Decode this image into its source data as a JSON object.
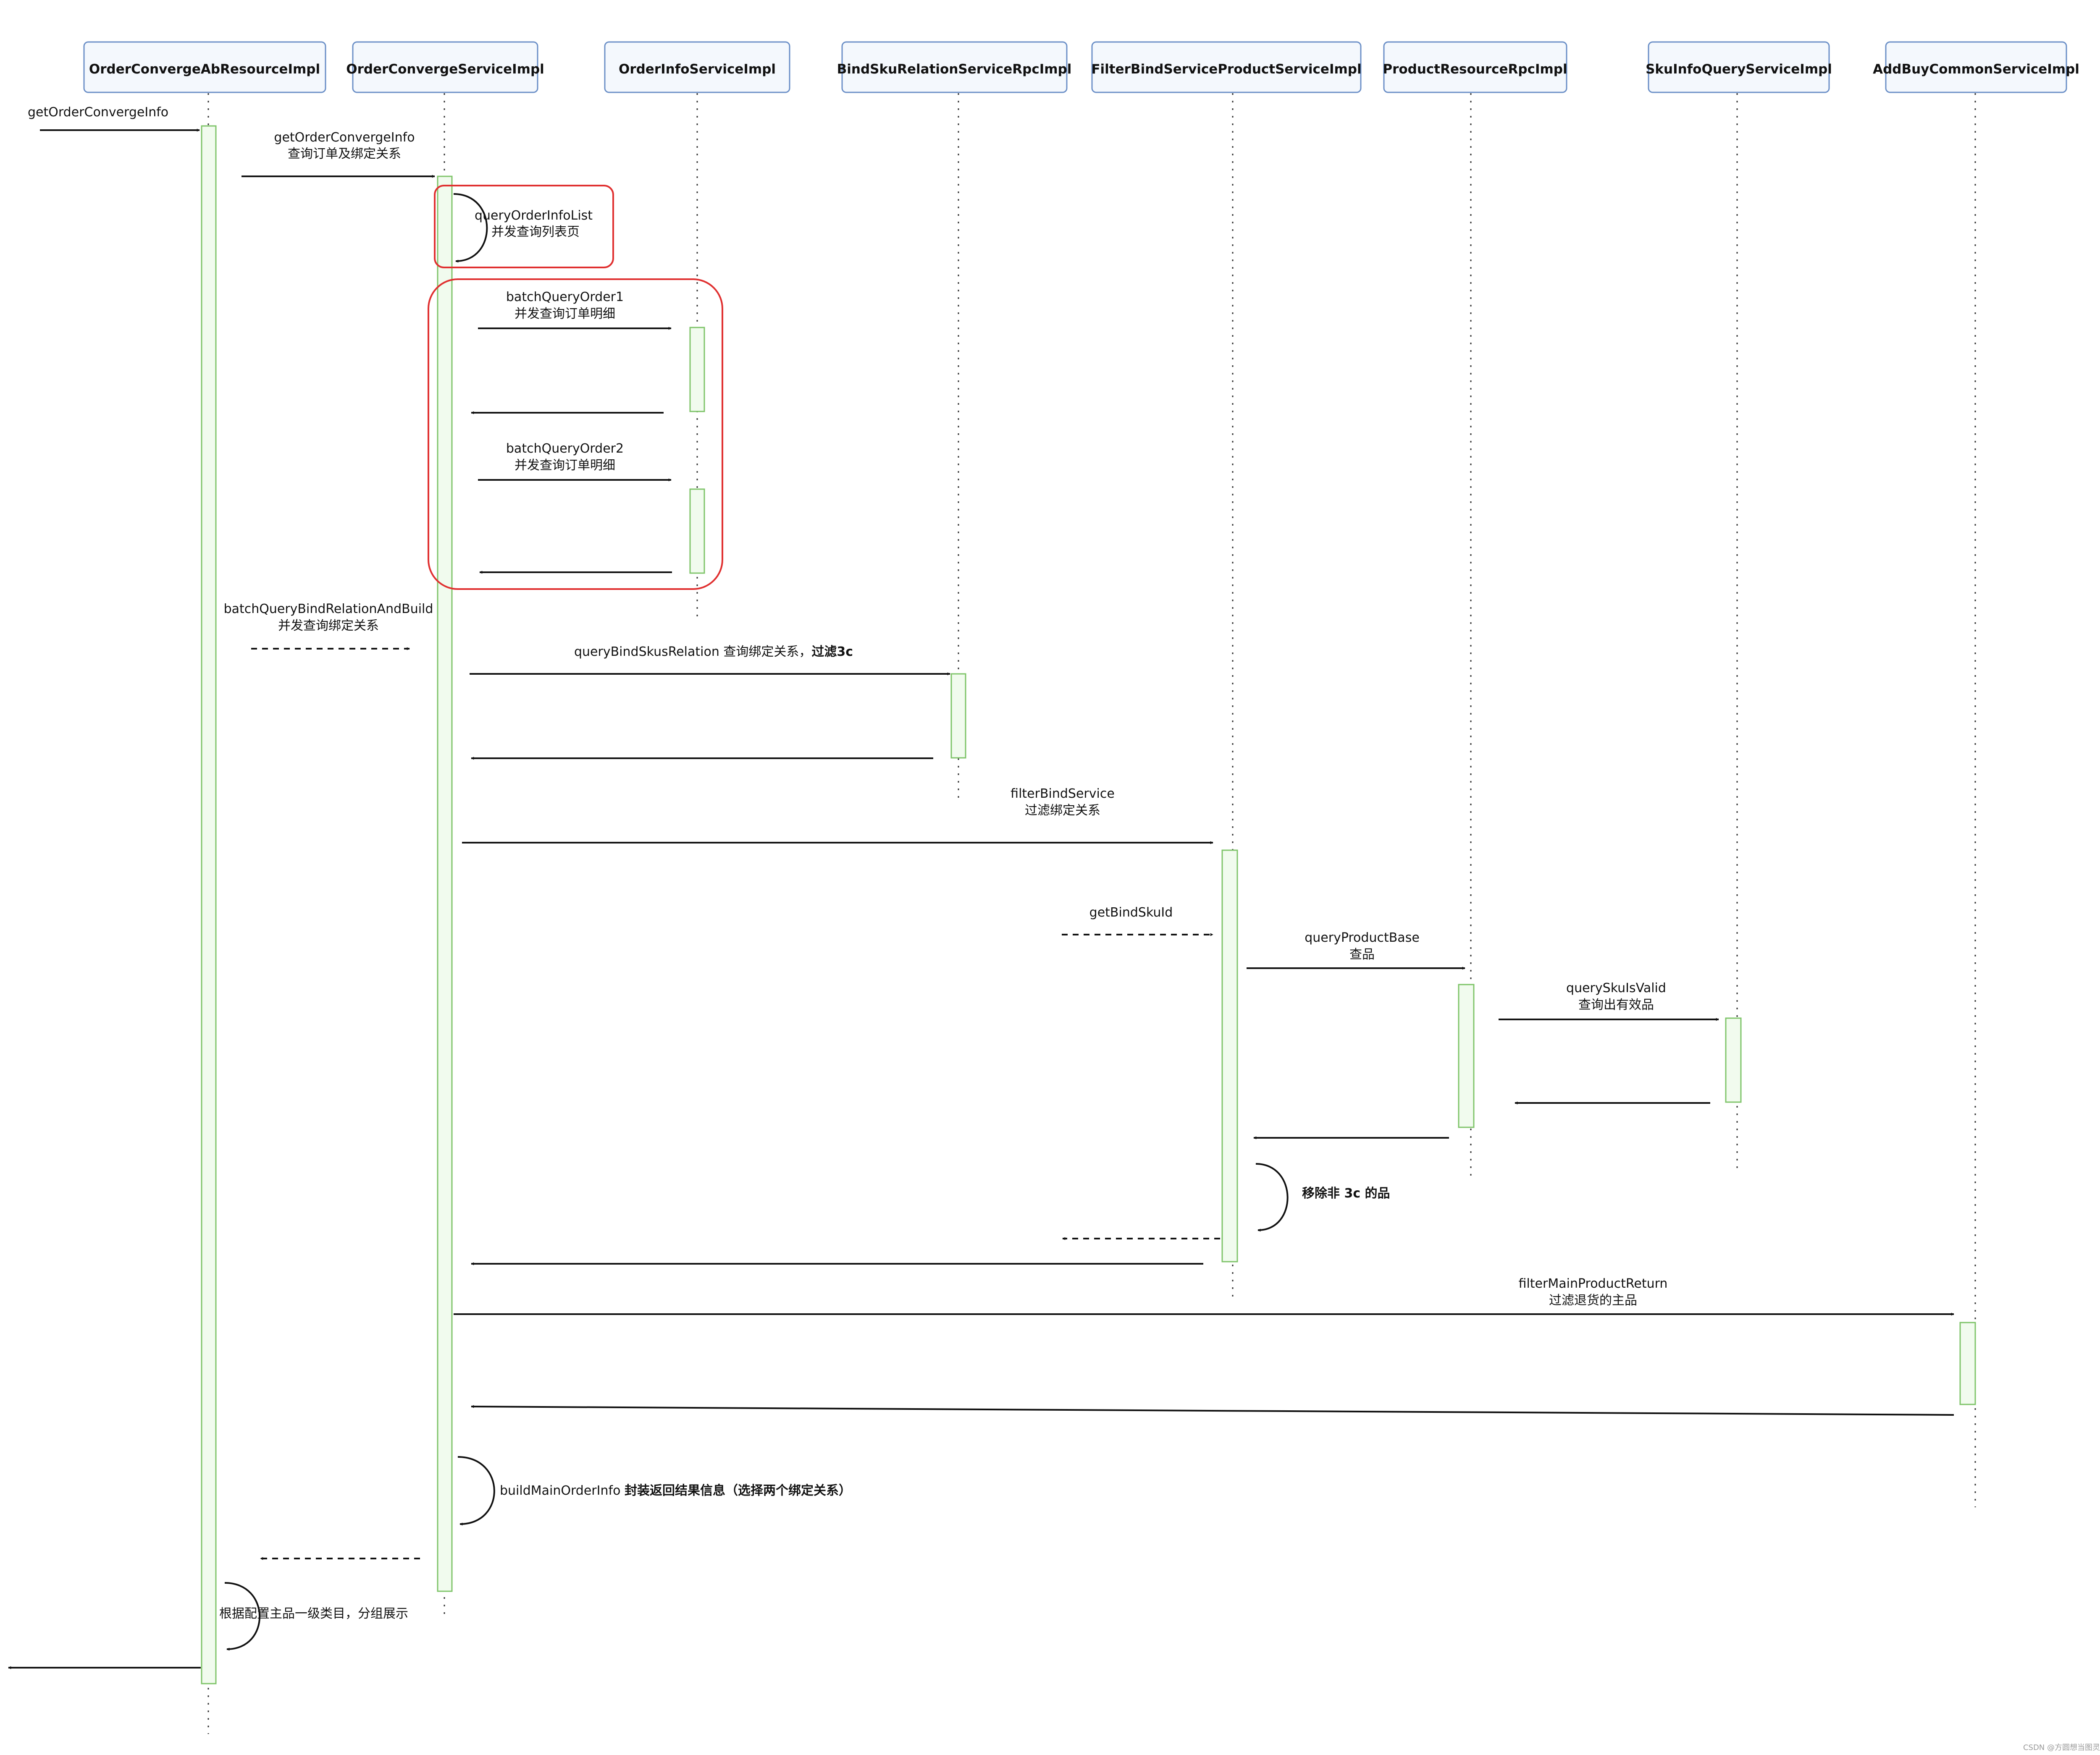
{
  "participants": [
    "OrderConvergeAbResourceImpl",
    "OrderConvergeServiceImpl",
    "OrderInfoServiceImpl",
    "BindSkuRelationServiceRpcImpl",
    "FilterBindServiceProductServiceImpl",
    "ProductResourceRpcImpl",
    "SkuInfoQueryServiceImpl",
    "AddBuyCommonServiceImpl"
  ],
  "messages": {
    "entry": "getOrderConvergeInfo",
    "get_converge_1": "getOrderConvergeInfo",
    "get_converge_2": "查询订单及绑定关系",
    "query_list_1": "queryOrderInfoList",
    "query_list_2": "并发查询列表页",
    "batch1_1": "batchQueryOrder1",
    "batch1_2": "并发查询订单明细",
    "batch2_1": "batchQueryOrder2",
    "batch2_2": "并发查询订单明细",
    "bind_build_1": "batchQueryBindRelationAndBuild",
    "bind_build_2": "并发查询绑定关系",
    "bind_skus_a": "queryBindSkusRelation 查询绑定关系，",
    "bind_skus_b": "过滤3c",
    "filter_bind_1": "filterBindService",
    "filter_bind_2": "过滤绑定关系",
    "get_bind_sku": "getBindSkuId",
    "query_base_1": "queryProductBase",
    "query_base_2": "查品",
    "sku_valid_1": "querySkuIsValid",
    "sku_valid_2": "查询出有效品",
    "remove_3c": "移除非 3c 的品",
    "filter_main_1": "filterMainProductReturn",
    "filter_main_2": "过滤退货的主品",
    "build_main_a": "buildMainOrderInfo ",
    "build_main_b": "封装返回结果信息（选择两个绑定关系）",
    "group_show": "根据配置主品一级类目，分组展示"
  },
  "watermark": "CSDN @方圆想当图灵"
}
